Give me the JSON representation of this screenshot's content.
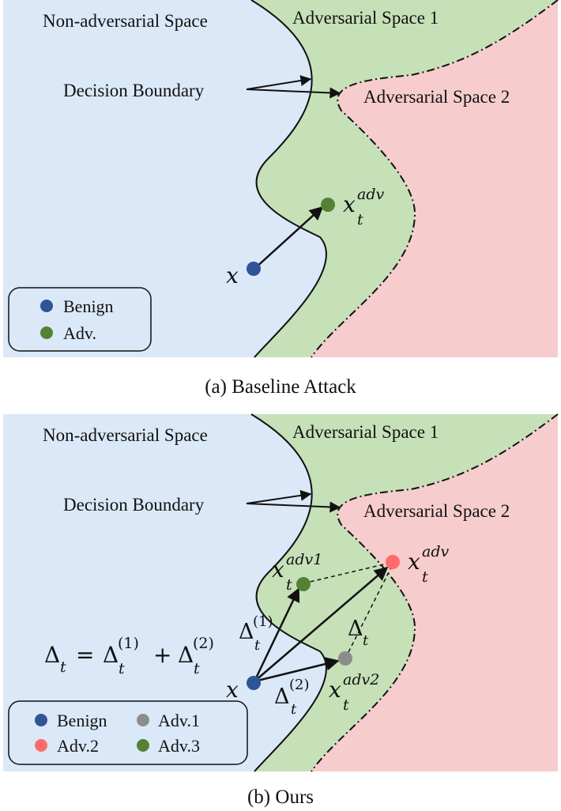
{
  "colors": {
    "non_adversarial": "#dae8f8",
    "adversarial_1": "#c6e0b8",
    "adversarial_2": "#f6cccc",
    "benign": "#2f5597",
    "adv_green": "#548235",
    "adv_gray": "#8c8c8c",
    "adv_red": "#ff6b6b"
  },
  "panel_a": {
    "caption": "(a) Baseline Attack",
    "non_adversarial_label": "Non-adversarial Space",
    "adversarial_1_label": "Adversarial Space 1",
    "adversarial_2_label": "Adversarial Space 2",
    "decision_boundary_label": "Decision Boundary",
    "x_label": "x",
    "x_adv_label": "x",
    "x_adv_sub": "t",
    "x_adv_sup": "adv",
    "legend": [
      {
        "label": "Benign",
        "color_key": "benign"
      },
      {
        "label": "Adv.",
        "color_key": "adv_green"
      }
    ]
  },
  "panel_b": {
    "caption": "(b) Ours",
    "non_adversarial_label": "Non-adversarial Space",
    "adversarial_1_label": "Adversarial Space 1",
    "adversarial_2_label": "Adversarial Space 2",
    "decision_boundary_label": "Decision Boundary",
    "x_label": "x",
    "x_adv_label": "x",
    "x_adv_sub": "t",
    "x_adv_sup": "adv",
    "x_adv1_sup": "adv1",
    "x_adv2_sup": "adv2",
    "delta": "Δ",
    "delta_sub": "t",
    "delta1_sup": "(1)",
    "delta2_sup": "(2)",
    "equation": {
      "lhs": "Δ",
      "lhs_sub": "t",
      "eq": "=",
      "term1": "Δ",
      "term1_sub": "t",
      "term1_sup": "(1)",
      "plus": "+",
      "term2": "Δ",
      "term2_sub": "t",
      "term2_sup": "(2)"
    },
    "legend": [
      {
        "label": "Benign",
        "color_key": "benign"
      },
      {
        "label": "Adv.1",
        "color_key": "adv_gray"
      },
      {
        "label": "Adv.2",
        "color_key": "adv_red"
      },
      {
        "label": "Adv.3",
        "color_key": "adv_green"
      }
    ]
  }
}
